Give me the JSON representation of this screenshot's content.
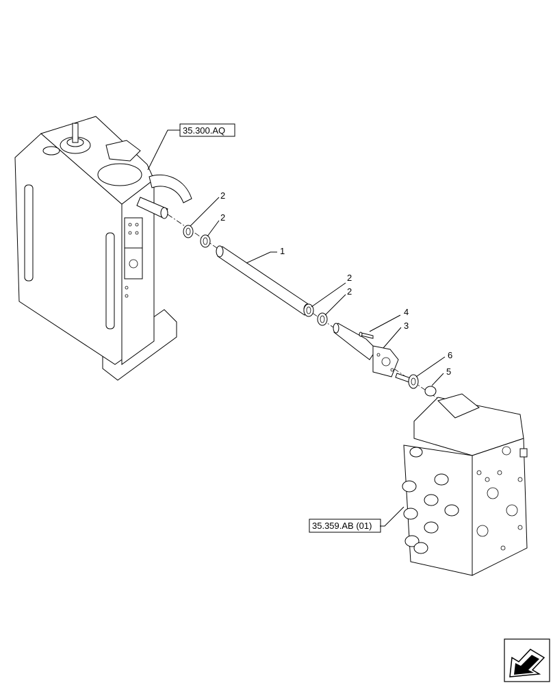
{
  "references": {
    "tank": "35.300.AQ",
    "valve": "35.359.AB (01)"
  },
  "callouts": [
    "1",
    "2",
    "2",
    "2",
    "2",
    "3",
    "4",
    "5",
    "6"
  ],
  "nav_icon": "arrow-icon"
}
